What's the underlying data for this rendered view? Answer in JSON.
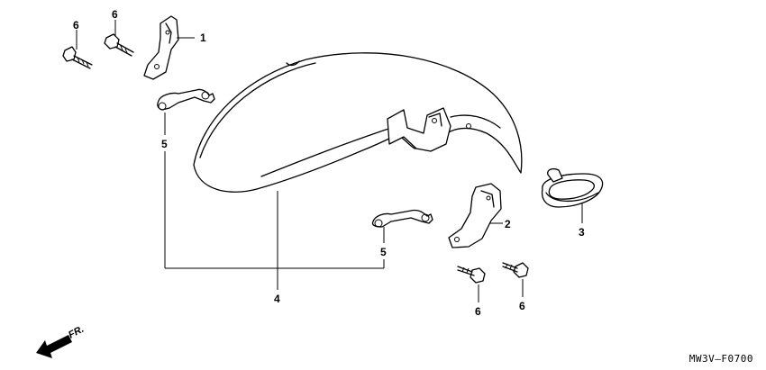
{
  "callouts": {
    "c1": "1",
    "c2": "2",
    "c3": "3",
    "c4": "4",
    "c5a": "5",
    "c5b": "5",
    "c6a": "6",
    "c6b": "6",
    "c6c": "6",
    "c6d": "6"
  },
  "direction": {
    "label": "FR."
  },
  "diagram_code": "MW3V—F0700"
}
